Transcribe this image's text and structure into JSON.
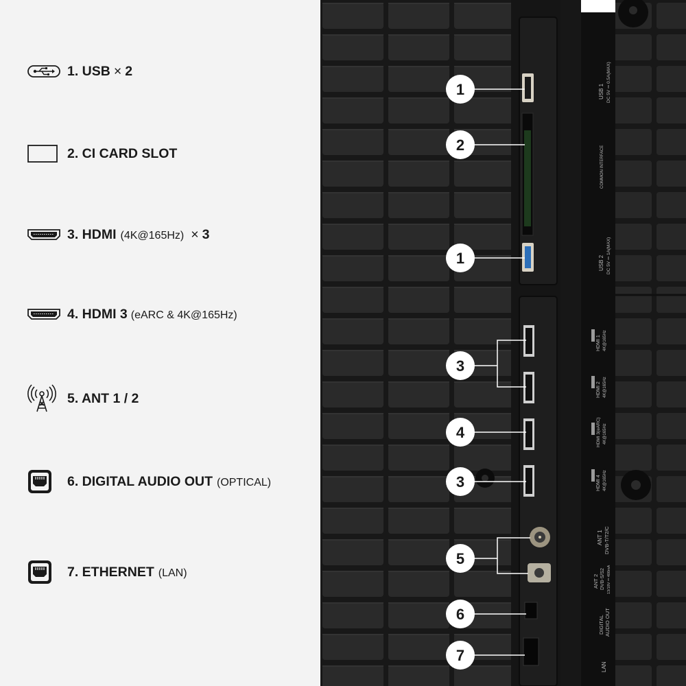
{
  "legend": {
    "items": [
      {
        "id": "usb",
        "icon": "usb-icon",
        "label": "1. USB",
        "mult": "×",
        "count": "2",
        "sub": ""
      },
      {
        "id": "ci",
        "icon": "ci-card-slot-icon",
        "label": "2. CI CARD SLOT",
        "sub": ""
      },
      {
        "id": "hdmi",
        "icon": "hdmi-icon",
        "label": "3. HDMI",
        "sub": "(4K@165Hz)",
        "mult": "×",
        "count": "3"
      },
      {
        "id": "hdmi3",
        "icon": "hdmi-icon",
        "label": "4. HDMI 3",
        "sub": "(eARC & 4K@165Hz)"
      },
      {
        "id": "ant",
        "icon": "antenna-icon",
        "label": "5. ANT 1 / 2",
        "sub": ""
      },
      {
        "id": "optical",
        "icon": "optical-port-icon",
        "label": "6. DIGITAL AUDIO OUT",
        "sub": "(OPTICAL)"
      },
      {
        "id": "ethernet",
        "icon": "ethernet-port-icon",
        "label": "7. ETHERNET",
        "sub": "(LAN)"
      }
    ]
  },
  "photo": {
    "callouts": [
      "1",
      "2",
      "1",
      "3",
      "4",
      "3",
      "5",
      "6",
      "7"
    ],
    "panel_labels": {
      "usb1": "USB 1",
      "usb1_power": "DC 5V ⎓ 0.5A(MAX)",
      "ci": "COMMON INTERFACE",
      "usb2": "USB 2",
      "usb2_power": "DC 5V ⎓ 1A(MAX)",
      "hdmi1": "HDMI 1",
      "hdmi2": "HDMI 2",
      "hdmi3": "HDMI 3(eARC)",
      "hdmi4": "HDMI 4",
      "hz": "4K@165Hz",
      "ant1": "ANT 1",
      "ant1_std": "DVB-T/T2/C",
      "ant2": "ANT 2",
      "ant2_std": "DVB-S/S2",
      "ant2_power": "13/18V ⎓ 400mA",
      "digital_audio": "DIGITAL",
      "audio_out": "AUDIO OUT",
      "lan": "LAN"
    }
  },
  "colors": {
    "legend_bg": "#f3f3f3",
    "text": "#1a1a1a",
    "chassis": "#1c1c1c",
    "callout_fill": "#ffffff",
    "usb3_blue": "#2d6fb8"
  }
}
